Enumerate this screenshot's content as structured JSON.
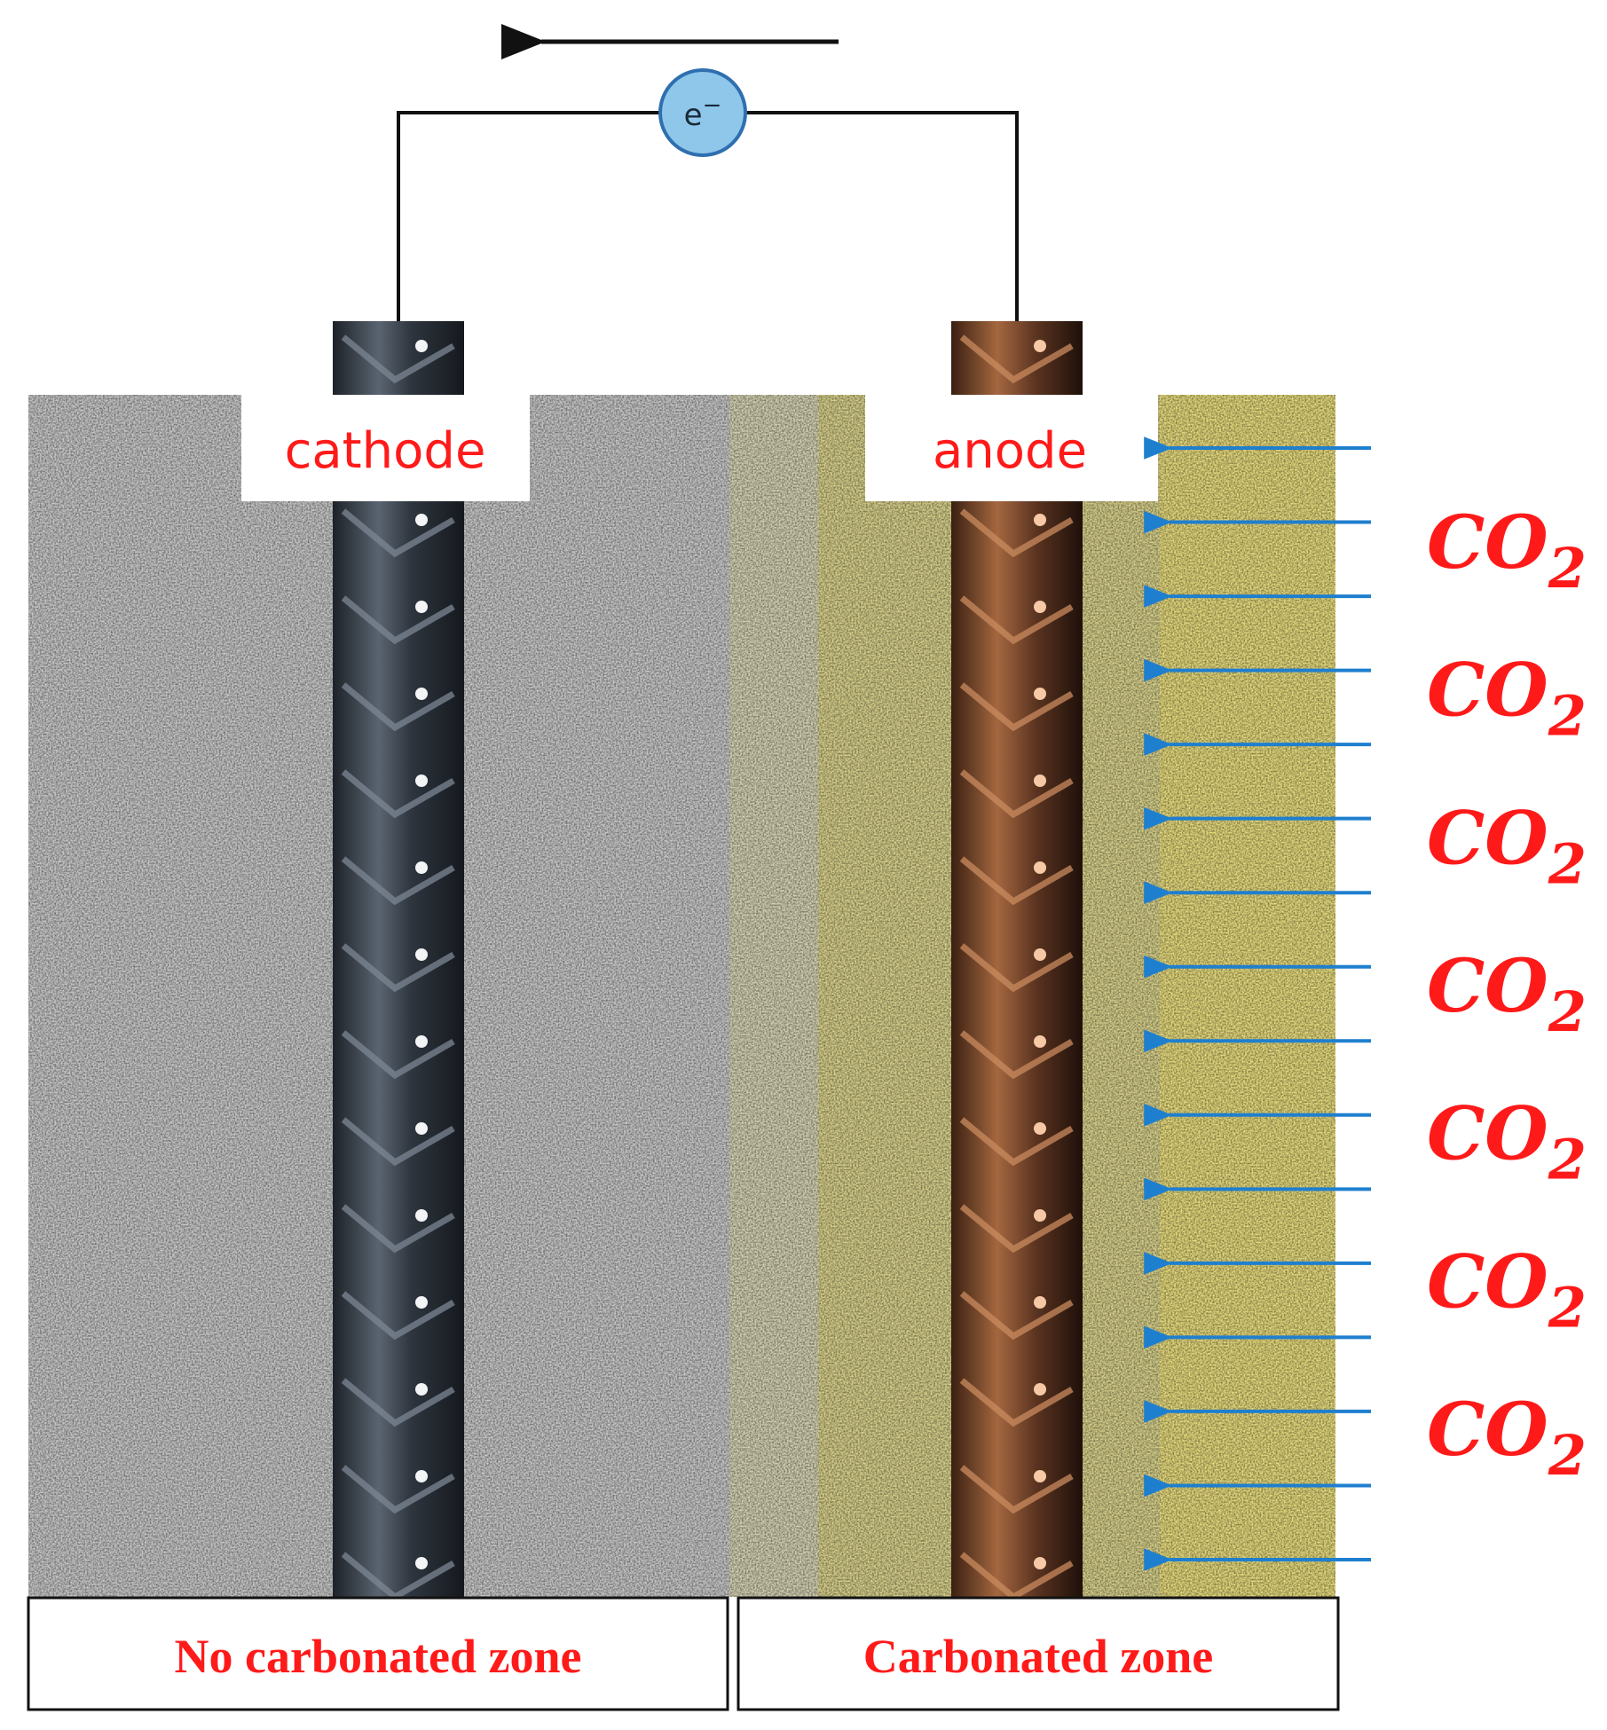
{
  "electron": {
    "symbol": "e",
    "charge": "−"
  },
  "electrodes": {
    "cathode": {
      "label": "cathode",
      "color": "#3a414b"
    },
    "anode": {
      "label": "anode",
      "color": "#7a4a2f"
    }
  },
  "zones": {
    "no_carbonated": {
      "label": "No carbonated zone",
      "color": "#c8c8c8"
    },
    "carbonated": {
      "label": "Carbonated zone",
      "color": "#e6da86"
    }
  },
  "co2_labels": [
    {
      "molecule": "CO",
      "subscript": "2"
    },
    {
      "molecule": "CO",
      "subscript": "2"
    },
    {
      "molecule": "CO",
      "subscript": "2"
    },
    {
      "molecule": "CO",
      "subscript": "2"
    },
    {
      "molecule": "CO",
      "subscript": "2"
    },
    {
      "molecule": "CO",
      "subscript": "2"
    },
    {
      "molecule": "CO",
      "subscript": "2"
    }
  ],
  "co2_arrow_count": 16,
  "colors": {
    "label_red": "#ff1a1a",
    "co2_arrow": "#1f7fcf",
    "wire": "#111111",
    "electron_fill": "#8ec7ea",
    "electron_stroke": "#2f6fb0"
  }
}
